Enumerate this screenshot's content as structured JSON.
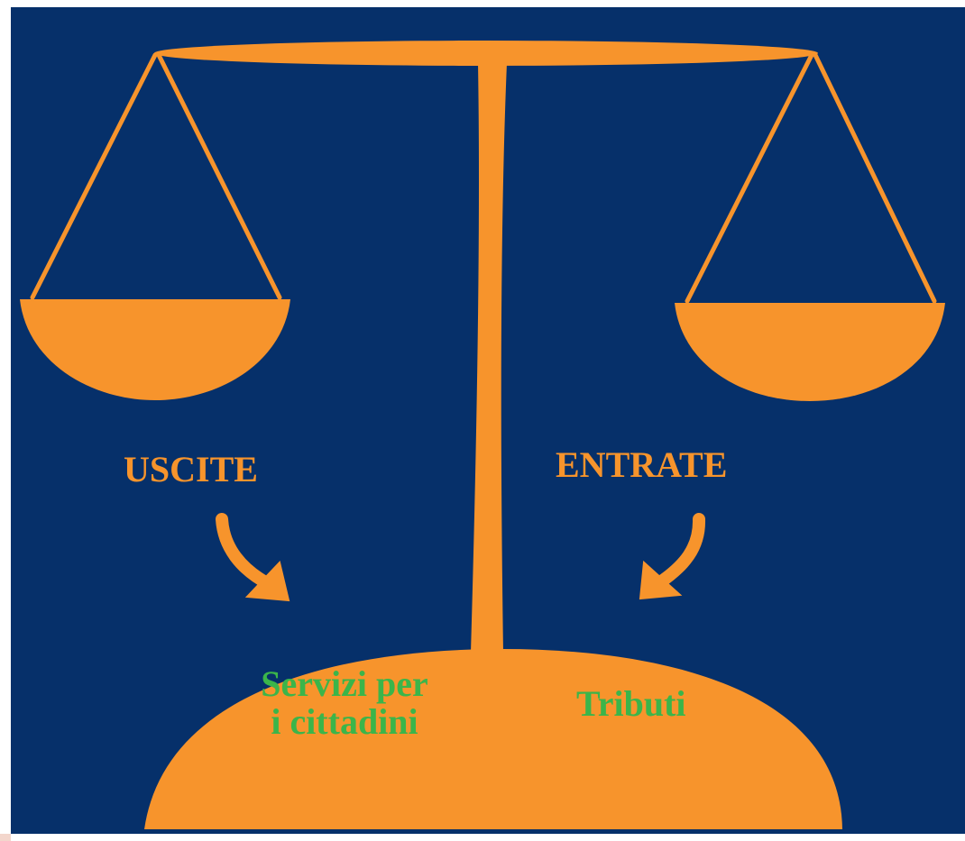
{
  "colors": {
    "background": "#06306a",
    "scale": "#f7942c",
    "label_primary": "#f7942c",
    "label_secondary": "#3bb54a"
  },
  "left_side": {
    "label": "USCITE",
    "arrow_icon": "curved-arrow-down-right-icon",
    "result_lines": [
      "Servizi per",
      "i cittadini"
    ]
  },
  "right_side": {
    "label": "ENTRATE",
    "arrow_icon": "curved-arrow-down-left-icon",
    "result": "Tributi"
  }
}
